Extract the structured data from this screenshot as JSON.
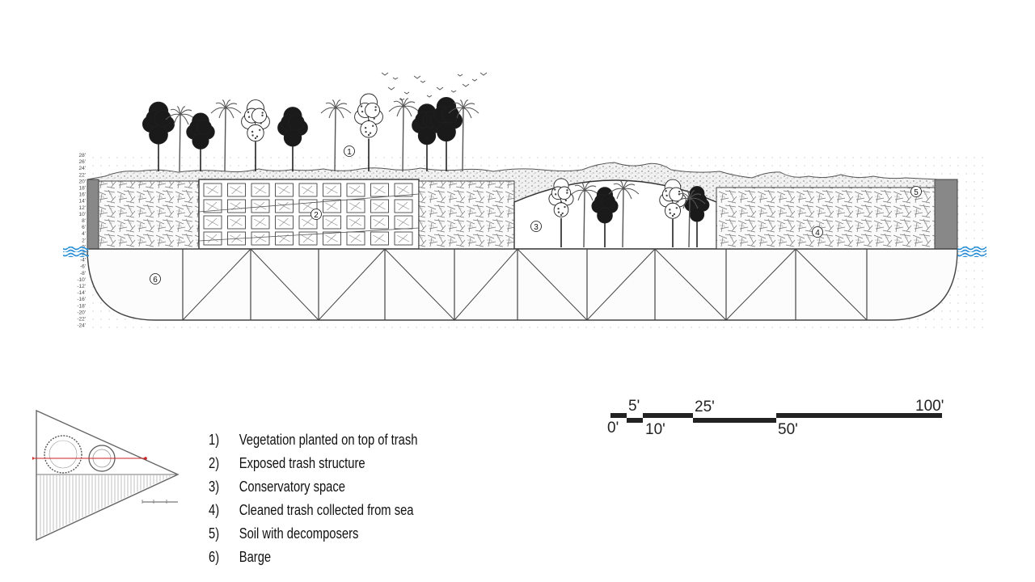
{
  "section": {
    "elevation_marks": [
      "28'",
      "26'",
      "24'",
      "22'",
      "20'",
      "18'",
      "16'",
      "14'",
      "12'",
      "10'",
      "8'",
      "6'",
      "4'",
      "2'",
      "0'",
      "-2'",
      "-4'",
      "-6'",
      "-8'",
      "-10'",
      "-12'",
      "-14'",
      "-16'",
      "-18'",
      "-20'",
      "-22'",
      "-24'"
    ],
    "callouts": [
      "1",
      "2",
      "3",
      "4",
      "5",
      "6"
    ],
    "water_color": "#2a8fd6",
    "structure_color": "#555555"
  },
  "legend": {
    "items": [
      {
        "num": "1)",
        "text": "Vegetation planted on top of trash"
      },
      {
        "num": "2)",
        "text": "Exposed trash structure"
      },
      {
        "num": "3)",
        "text": "Conservatory space"
      },
      {
        "num": "4)",
        "text": "Cleaned trash collected from sea"
      },
      {
        "num": "5)",
        "text": "Soil with decomposers"
      },
      {
        "num": "6)",
        "text": "Barge"
      }
    ]
  },
  "scale_bar": {
    "labels": [
      "0'",
      "5'",
      "10'",
      "25'",
      "50'",
      "100'"
    ]
  },
  "key_plan": {
    "section_line_color": "#cc2222"
  }
}
